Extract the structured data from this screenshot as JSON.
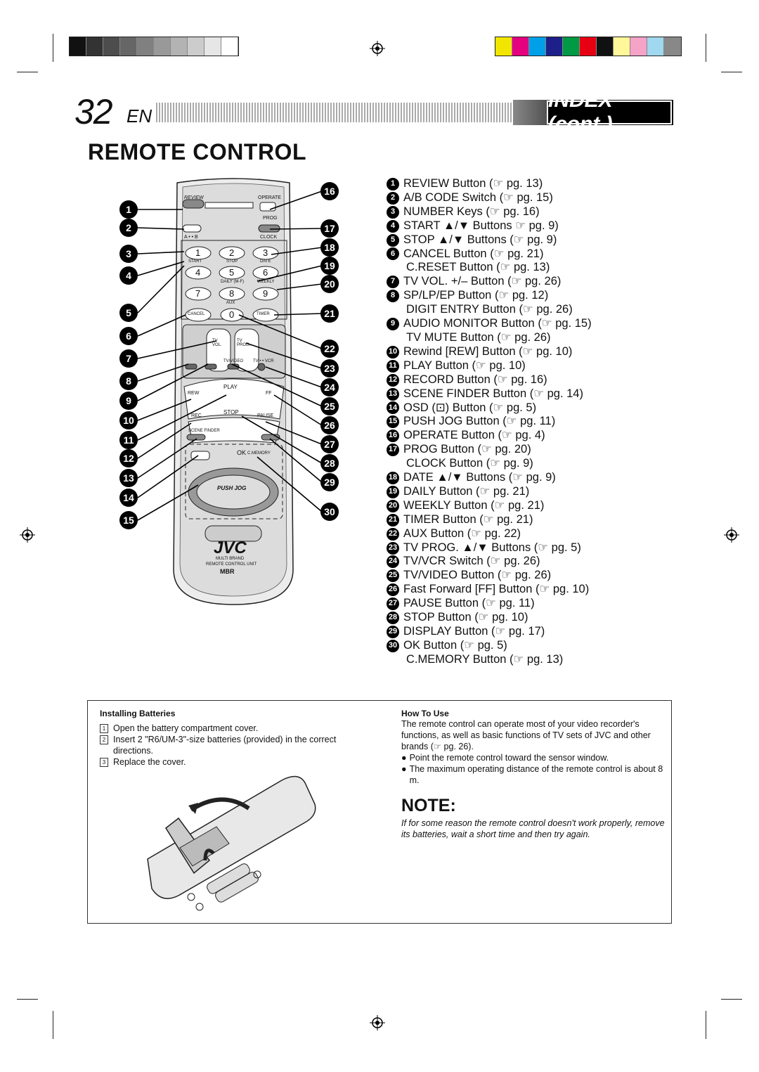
{
  "header": {
    "page_number": "32",
    "lang": "EN",
    "section": "INDEX (cont.)"
  },
  "title": "REMOTE CONTROL",
  "color_bars": {
    "gray": [
      "#111111",
      "#333333",
      "#4d4d4d",
      "#666666",
      "#808080",
      "#999999",
      "#b3b3b3",
      "#cccccc",
      "#e6e6e6",
      "#ffffff"
    ],
    "colors": [
      "#f2e600",
      "#e4007f",
      "#00a0e9",
      "#1d2088",
      "#009944",
      "#e60012",
      "#111111",
      "#fff799",
      "#f5a3c7",
      "#a0d8ef",
      "#888888"
    ]
  },
  "index": [
    {
      "n": "1",
      "text": "REVIEW Button (☞ pg. 13)"
    },
    {
      "n": "2",
      "text": "A/B CODE Switch (☞ pg. 15)"
    },
    {
      "n": "3",
      "text": "NUMBER Keys (☞ pg. 16)"
    },
    {
      "n": "4",
      "text": "START ▲/▼ Buttons ☞ pg. 9)"
    },
    {
      "n": "5",
      "text": "STOP ▲/▼ Buttons (☞ pg. 9)"
    },
    {
      "n": "6",
      "text": "CANCEL Button (☞ pg. 21)"
    },
    {
      "n": "",
      "text": "C.RESET Button (☞ pg. 13)"
    },
    {
      "n": "7",
      "text": "TV VOL. +/– Button (☞ pg. 26)"
    },
    {
      "n": "8",
      "text": "SP/LP/EP Button (☞ pg. 12)"
    },
    {
      "n": "",
      "text": "DIGIT ENTRY Button (☞ pg. 26)"
    },
    {
      "n": "9",
      "text": "AUDIO MONITOR Button (☞ pg. 15)"
    },
    {
      "n": "",
      "text": "TV MUTE Button (☞ pg. 26)"
    },
    {
      "n": "10",
      "text": "Rewind [REW] Button (☞ pg. 10)"
    },
    {
      "n": "11",
      "text": "PLAY Button (☞ pg. 10)"
    },
    {
      "n": "12",
      "text": "RECORD Button (☞ pg. 16)"
    },
    {
      "n": "13",
      "text": "SCENE FINDER Button (☞ pg. 14)"
    },
    {
      "n": "14",
      "text": "OSD (⊡) Button (☞ pg. 5)"
    },
    {
      "n": "15",
      "text": "PUSH JOG Button (☞ pg. 11)"
    },
    {
      "n": "16",
      "text": "OPERATE Button (☞ pg. 4)"
    },
    {
      "n": "17",
      "text": "PROG Button (☞ pg. 20)"
    },
    {
      "n": "",
      "text": "CLOCK Button (☞ pg. 9)"
    },
    {
      "n": "18",
      "text": "DATE ▲/▼ Buttons (☞ pg. 9)"
    },
    {
      "n": "19",
      "text": "DAILY Button (☞ pg. 21)"
    },
    {
      "n": "20",
      "text": "WEEKLY Button (☞ pg. 21)"
    },
    {
      "n": "21",
      "text": "TIMER Button (☞ pg. 21)"
    },
    {
      "n": "22",
      "text": "AUX Button (☞ pg. 22)"
    },
    {
      "n": "23",
      "text": "TV PROG. ▲/▼ Buttons (☞ pg. 5)"
    },
    {
      "n": "24",
      "text": "TV/VCR Switch (☞ pg. 26)"
    },
    {
      "n": "25",
      "text": "TV/VIDEO Button (☞ pg. 26)"
    },
    {
      "n": "26",
      "text": "Fast Forward [FF] Button (☞ pg. 10)"
    },
    {
      "n": "27",
      "text": "PAUSE Button (☞ pg. 11)"
    },
    {
      "n": "28",
      "text": "STOP Button (☞ pg. 10)"
    },
    {
      "n": "29",
      "text": "DISPLAY Button (☞ pg. 17)"
    },
    {
      "n": "30",
      "text": "OK Button (☞ pg. 5)"
    },
    {
      "n": "",
      "text": "C.MEMORY Button (☞ pg. 13)"
    }
  ],
  "remote": {
    "review": "REVIEW",
    "operate": "OPERATE",
    "prog": "PROG",
    "ab": "A • • B",
    "clock": "CLOCK",
    "keys": [
      "1",
      "2",
      "3",
      "4",
      "5",
      "6",
      "7",
      "8",
      "9",
      "0"
    ],
    "start": "START",
    "stop_small": "STOP",
    "date": "DATE",
    "daily": "DAILY (M-F)",
    "weekly": "WEEKLY",
    "aux": "AUX",
    "cancel": "CANCEL",
    "timer": "TIMER",
    "tv_vol": "TV VOL.",
    "tv_prog": "TV PROG.",
    "tv_video": "TV/VIDEO",
    "tv_vcr": "TV • • VCR",
    "play": "PLAY",
    "rew": "REW",
    "ff": "FF",
    "rec": "REC",
    "stop": "STOP",
    "pause": "PAUSE",
    "scene_finder": "SCENE FINDER",
    "ok": "OK",
    "c_memory": "C.MEMORY",
    "push_jog": "PUSH JOG",
    "brand": "JVC",
    "multi1": "MULTI BRAND",
    "multi2": "REMOTE CONTROL UNIT",
    "mbr": "MBR"
  },
  "callouts_left": [
    "1",
    "2",
    "3",
    "4",
    "5",
    "6",
    "7",
    "8",
    "9",
    "10",
    "11",
    "12",
    "13",
    "14",
    "15"
  ],
  "callouts_right": [
    "16",
    "17",
    "18",
    "19",
    "20",
    "21",
    "22",
    "23",
    "24",
    "25",
    "26",
    "27",
    "28",
    "29",
    "30"
  ],
  "batteries": {
    "heading": "Installing Batteries",
    "steps": [
      {
        "n": "1",
        "text": "Open the battery compartment cover."
      },
      {
        "n": "2",
        "text": "Insert 2 \"R6/UM-3\"-size batteries (provided) in the correct directions."
      },
      {
        "n": "3",
        "text": "Replace the cover."
      }
    ]
  },
  "how_to_use": {
    "heading": "How To Use",
    "text": "The remote control can operate most of your video recorder's functions, as well as basic functions of TV sets of JVC and other brands (☞ pg. 26).",
    "bullets": [
      "Point the remote control toward the sensor window.",
      "The maximum operating distance of the remote control is about 8 m."
    ]
  },
  "note": {
    "heading": "NOTE:",
    "text": "If for some reason the remote control doesn't work properly, remove its batteries, wait a short time and then try again."
  }
}
